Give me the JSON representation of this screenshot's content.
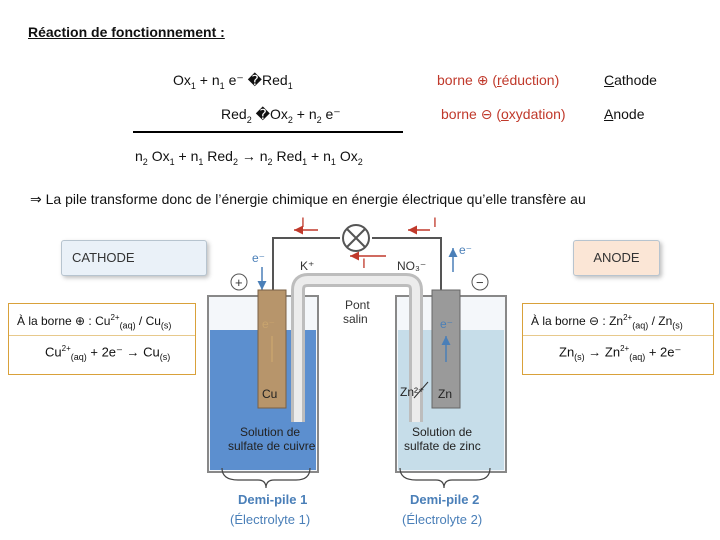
{
  "title": "Réaction de fonctionnement :",
  "equations": {
    "line1": {
      "ox": "Ox",
      "ox_sub": "1",
      "plus": "+ n",
      "n_sub": "1",
      "e": "e⁻",
      "missing": "�",
      "red": "Red",
      "red_sub": "1",
      "borne_prefix": "borne ⊕ (",
      "reac_u": "r",
      "reac_rest": "éduction)",
      "electrode_u": "C",
      "electrode_rest": "athode"
    },
    "line2": {
      "red": "Red",
      "red_sub": "2",
      "missing": "�",
      "ox": "Ox",
      "ox_sub": "2",
      "plus": "+ n",
      "n_sub": "2",
      "e": "e⁻",
      "borne_prefix": "borne ⊖ (",
      "reac_u": "o",
      "reac_rest": "xydation)",
      "electrode_u": "A",
      "electrode_rest": "node"
    },
    "global": {
      "n2": "n",
      "n2_sub": "2",
      "ox1": "Ox",
      "ox1_sub": "1",
      "plus1": "+ n",
      "n1_sub": "1",
      "red2": "Red",
      "red2_sub": "2",
      "arrow": "→",
      "n2b": "n",
      "n2b_sub": "2",
      "red1": "Red",
      "red1_sub": "1",
      "plus2": "+ n",
      "n1b_sub": "1",
      "ox2": "Ox",
      "ox2_sub": "2"
    }
  },
  "statement": "⇒ La pile transforme donc de l’énergie chimique en énergie électrique qu’elle transfère au",
  "labels": {
    "cathode": "CATHODE",
    "anode": "ANODE"
  },
  "cathode_box": {
    "line1_prefix": "À la borne ⊕ : Cu",
    "line1_sup": "2+",
    "line1_sub": "(aq)",
    "line1_mid": " / Cu",
    "line1_sub2": "(s)",
    "line2_a": "Cu",
    "line2_a_sup": "2+",
    "line2_a_sub": "(aq)",
    "line2_b": " + 2e⁻ → Cu",
    "line2_b_sub": "(s)"
  },
  "anode_box": {
    "line1_prefix": "À la borne ⊖ : Zn",
    "line1_sup": "2+",
    "line1_sub": "(aq)",
    "line1_mid": " / Zn",
    "line1_sub2": "(s)",
    "line2_a": "Zn",
    "line2_a_sub": "(s)",
    "line2_b": " → Zn",
    "line2_b_sup": "2+",
    "line2_b_sub": "(aq)",
    "line2_c": " + 2e⁻"
  },
  "diagram": {
    "current_I": "I",
    "e_minus": "e⁻",
    "k_plus": "K⁺",
    "no3_minus": "NO₃⁻",
    "bridge": [
      "Pont",
      "salin"
    ],
    "cu": "Cu",
    "zn": "Zn",
    "zn2plus": "Zn²⁺",
    "plus_sign": "+",
    "minus_sign": "−",
    "sol_left": [
      "Solution de",
      "sulfate de cuivre"
    ],
    "sol_right": [
      "Solution de",
      "sulfate de zinc"
    ],
    "half_left": [
      "Demi-pile 1",
      "(Électrolyte 1)"
    ],
    "half_right": [
      "Demi-pile 2",
      "(Électrolyte 2)"
    ]
  },
  "colors": {
    "red_text": "#c0392b",
    "blue_label": "#4a7fb8",
    "cathode_bg": "#eaf1f8",
    "anode_bg": "#fbe6d6",
    "left_solution": "#5c8fcf",
    "right_solution": "#c6dde9",
    "copper": "#b7956b",
    "zinc": "#9a9a9a"
  }
}
